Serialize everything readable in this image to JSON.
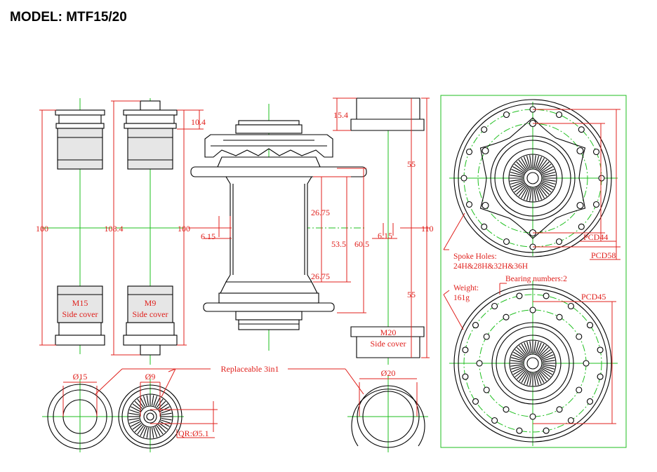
{
  "title": "MODEL:  MTF15/20",
  "labels": {
    "dim_100_left": "100",
    "dim_108_4": "108.4",
    "dim_100_mid": "100",
    "dim_10_4": "10.4",
    "dim_6_15_left": "6.15",
    "dim_26_75_top": "26.75",
    "dim_26_75_bottom": "26.75",
    "dim_53_5": "53.5",
    "dim_60_5": "60.5",
    "dim_15_4": "15.4",
    "dim_55_top": "55",
    "dim_55_bottom": "55",
    "dim_6_15_right": "6.15",
    "dim_110": "110",
    "m15": "M15",
    "m9": "M9",
    "m20": "M20",
    "side_cover": "Side cover",
    "dia_15": "Ø15",
    "dia_9": "Ø9",
    "dia_20": "Ø20",
    "replaceable": "Replaceable 3in1",
    "qr": "QR:Ø5.1",
    "pcd44": "PCD44",
    "pcd58": "PCD58",
    "pcd45": "PCD45",
    "spoke_holes_1": "Spoke Holes:",
    "spoke_holes_2": "24H&28H&32H&36H",
    "bearing": "Bearing numbers:2",
    "weight_1": "Weight:",
    "weight_2": "161g"
  },
  "colors": {
    "line": "#000000",
    "centerline": "#1fbf1f",
    "dimension": "#e0201c"
  }
}
